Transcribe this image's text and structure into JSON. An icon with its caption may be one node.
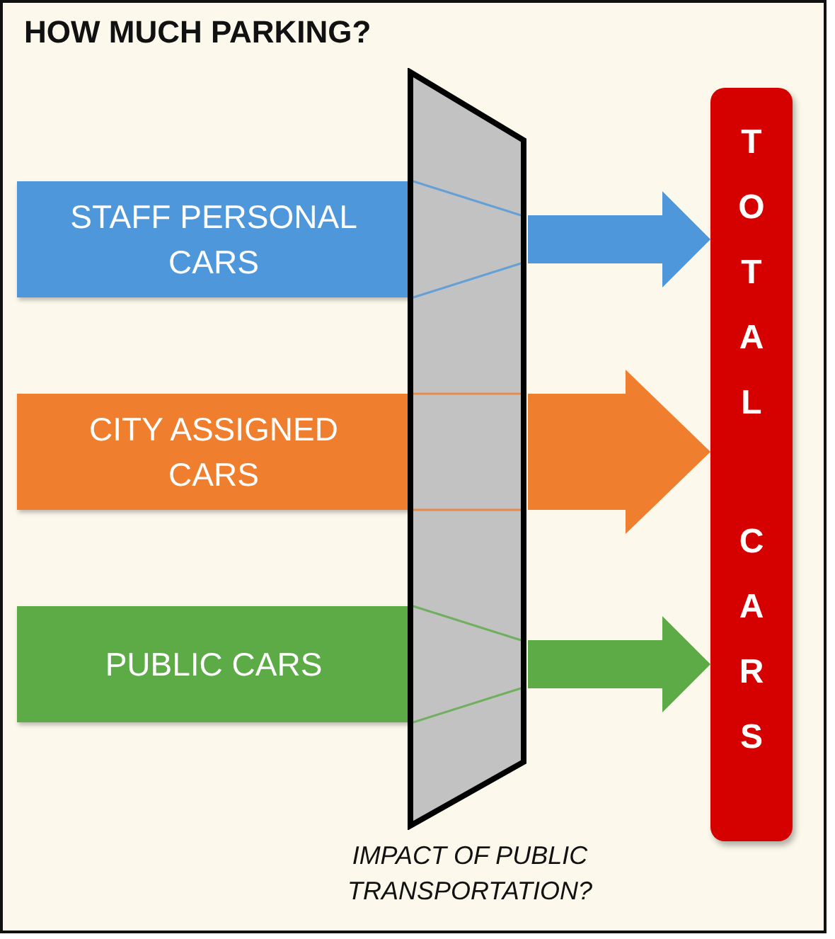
{
  "diagram": {
    "title": "HOW MUCH PARKING?",
    "nodes": [
      {
        "text": [
          "STAFF PERSONAL CARS"
        ]
      },
      {
        "text": [
          "CITY ASSIGNED CARS"
        ]
      },
      {
        "text": [
          "PUBLIC CARS"
        ]
      },
      {
        "text": [],
        "shape": "box",
        "beside": [
          "IMPACT OF PUBLIC TRANSPORTATION?"
        ]
      },
      {
        "text": [
          "TOTAL",
          "CARS"
        ]
      }
    ],
    "edges": [
      {
        "from": 3,
        "to": 4,
        "arrow": "to",
        "color": "#4f97db"
      },
      {
        "from": 3,
        "to": 4,
        "arrow": "to",
        "style": "thick",
        "color": "#ef7f2e"
      },
      {
        "from": 3,
        "to": 4,
        "arrow": "to",
        "color": "#5cab47"
      }
    ]
  }
}
